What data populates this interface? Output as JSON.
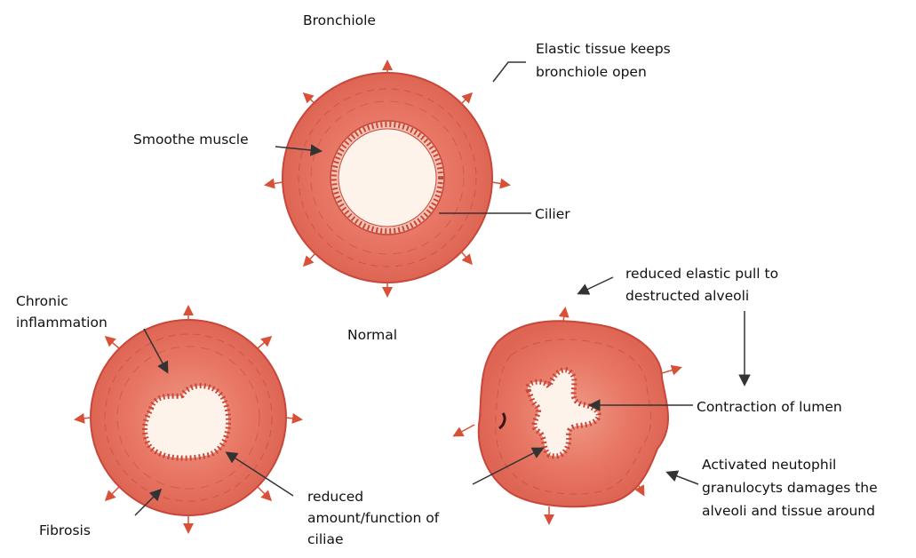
{
  "labels": {
    "bronchiole": "Bronchiole",
    "elastic_line1": "Elastic tissue keeps",
    "elastic_line2": "bronchiole open",
    "smooth_muscle": "Smoothe muscle",
    "cilier": "Cilier",
    "normal": "Normal",
    "chronic_line1": "Chronic",
    "chronic_line2": "inflammation",
    "fibrosis": "Fibrosis",
    "reduced_line1": "reduced",
    "reduced_line2": "amount/function of",
    "reduced_line3": "ciliae",
    "pull_line1": "reduced elastic pull to",
    "pull_line2": "destructed alveoli",
    "contraction": "Contraction of lumen",
    "neut_line1": "Activated neutophil",
    "neut_line2": "granulocyts damages the",
    "neut_line3": "alveoli and tissue around"
  },
  "colors": {
    "wall": "#e0685a",
    "wall_edge": "#c9463a",
    "lumen": "#fdf3ea",
    "arrow": "#d85038",
    "pointer": "#333333"
  }
}
